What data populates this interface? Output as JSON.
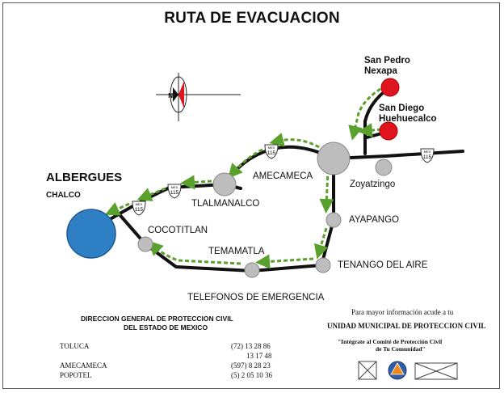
{
  "title": "RUTA DE EVACUACION",
  "places": {
    "san_pedro": "San Pedro\nNexapa",
    "san_diego": "San Diego\nHuehuecalco",
    "albergues": "ALBERGUES",
    "chalco": "CHALCO",
    "amecameca": "AMECAMECA",
    "zoyatzingo": "Zoyatzingo",
    "tlalmanalco": "TLALMANALCO",
    "ayapango": "AYAPANGO",
    "cocotitlan": "COCOTITLAN",
    "temamatla": "TEMAMATLA",
    "tenango": "TENANGO DEL AIRE"
  },
  "highway_shields": [
    {
      "label": "MEX",
      "number": "115"
    },
    {
      "label": "MEX",
      "number": "115"
    },
    {
      "label": "MEX",
      "number": "115"
    },
    {
      "label": "MEX",
      "number": "115"
    }
  ],
  "compass": {
    "label": "N"
  },
  "phones": {
    "heading": "TELEFONOS DE EMERGENCIA",
    "agency_line1": "DIRECCION GENERAL DE PROTECCION CIVIL",
    "agency_line2": "DEL ESTADO DE MEXICO",
    "entries": [
      {
        "city": "TOLUCA",
        "number": "(72) 13 28 86"
      },
      {
        "city": "",
        "number": "13 17 48"
      },
      {
        "city": "AMECAMECA",
        "number": "(597) 8 28 23"
      },
      {
        "city": "POPOTEL",
        "number": "(5) 2 05 10 36"
      }
    ]
  },
  "info": {
    "line1": "Para mayor información acude a tu",
    "line2": "UNIDAD MUNICIPAL DE PROTECCION CIVIL",
    "slogan1": "\"Intégrate al Comité de Protección Civil",
    "slogan2": "de Tu Comunidad\""
  },
  "colors": {
    "road": "#111111",
    "route_arrow": "#5aa02c",
    "origin_town": "#e0141e",
    "shelter": "#2f7fc4",
    "town": "#bdbdbd"
  }
}
